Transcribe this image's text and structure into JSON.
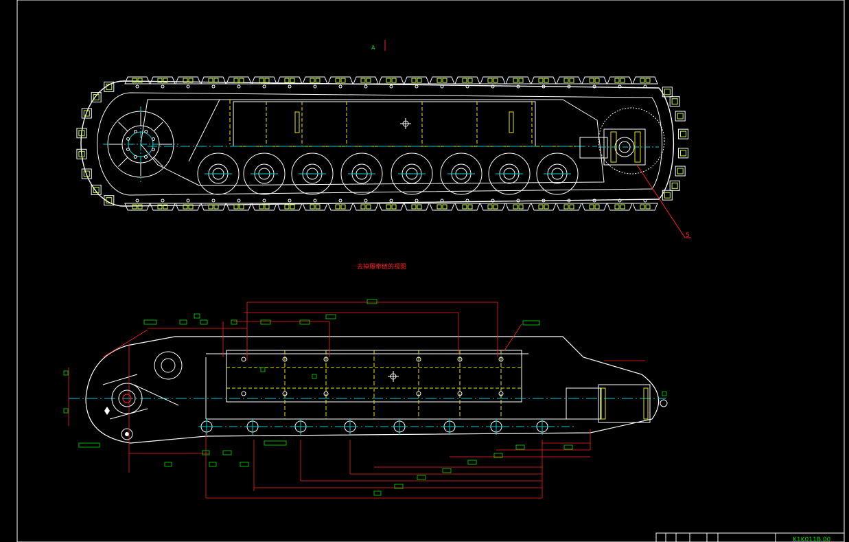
{
  "drawing": {
    "view_marker": "A",
    "balloon_number": "5",
    "caption": "去掉履带链的视图",
    "drawing_number": "K1K011B.00"
  },
  "colors": {
    "background": "#000000",
    "outline": "#ffffff",
    "center_line": "#00d0d0",
    "hidden_line": "#e8e800",
    "dimension": "#ff2020",
    "dim_text": "#00e000",
    "track_pin": "#c8ff40"
  }
}
